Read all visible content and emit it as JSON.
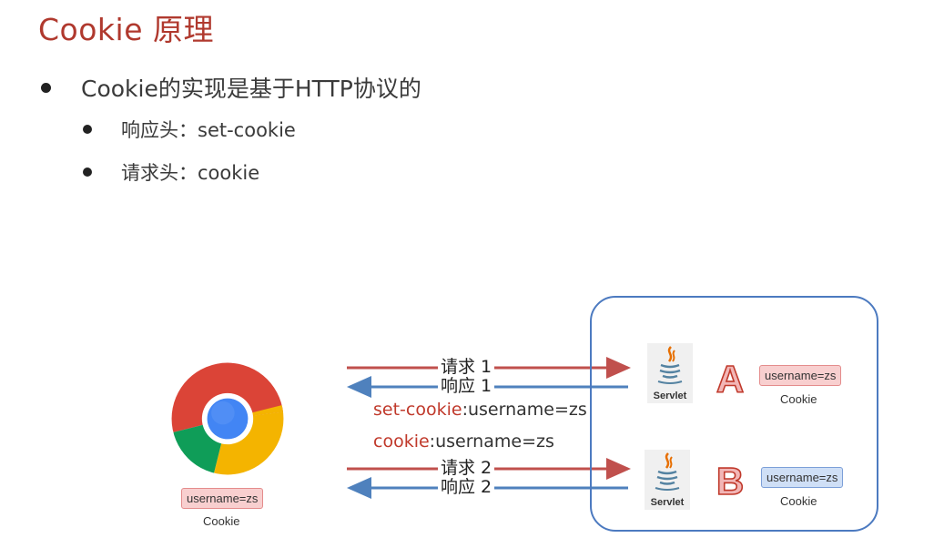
{
  "slide": {
    "title": "Cookie 原理",
    "bullets": [
      "Cookie的实现是基于HTTP协议的",
      "响应头：set-cookie",
      "请求头：cookie"
    ]
  },
  "browser": {
    "icon": "chrome-icon",
    "cookie_value": "username=zs",
    "cookie_caption": "Cookie"
  },
  "exchanges": {
    "req1": "请求 1",
    "resp1": "响应 1",
    "set_cookie_key": "set-cookie",
    "set_cookie_val": ":username=zs",
    "cookie_key": "cookie",
    "cookie_val": ":username=zs",
    "req2": "请求 2",
    "resp2": "响应 2"
  },
  "servers": [
    {
      "icon": "java-servlet-icon",
      "label": "Servlet",
      "letter": "A",
      "cookie_value": "username=zs",
      "cookie_caption": "Cookie"
    },
    {
      "icon": "java-servlet-icon",
      "label": "Servlet",
      "letter": "B",
      "cookie_value": "username=zs",
      "cookie_caption": "Cookie"
    }
  ],
  "colors": {
    "title": "#b0392e",
    "request_arrow": "#c0504d",
    "response_arrow": "#4f81bd",
    "server_box": "#4c7ac0",
    "letter_fill": "#f2b6b6",
    "letter_stroke": "#c0392b"
  }
}
